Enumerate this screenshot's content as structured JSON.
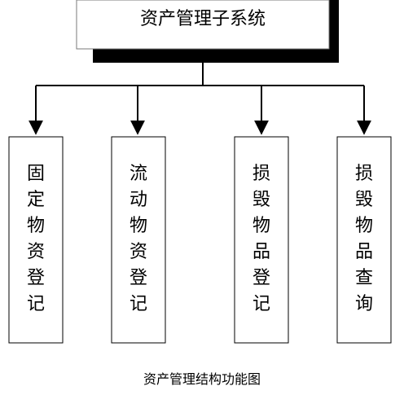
{
  "diagram": {
    "root": {
      "label": "资产管理子系统"
    },
    "children": [
      {
        "label": "固定物资登记"
      },
      {
        "label": "流动物资登记"
      },
      {
        "label": "损毁物品登记"
      },
      {
        "label": "损毁物品查询"
      }
    ],
    "caption": "资产管理结构功能图",
    "colors": {
      "line": "#000000",
      "box_fill": "#ffffff",
      "shadow": "#000000"
    }
  }
}
